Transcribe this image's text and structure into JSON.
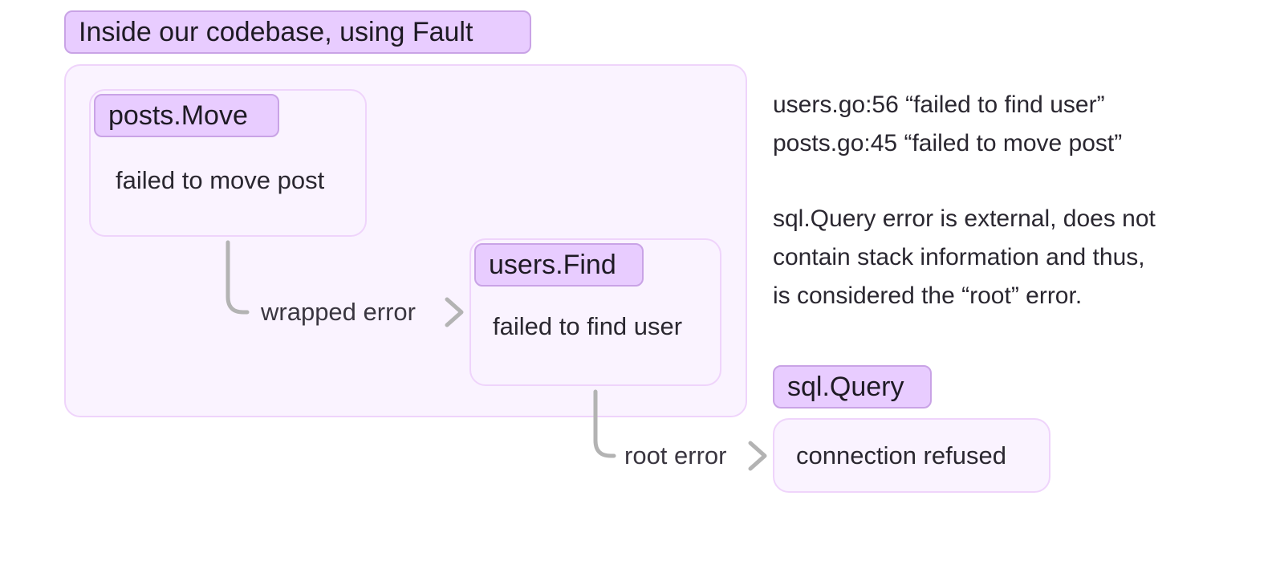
{
  "group": {
    "title": "Inside our codebase, using Fault"
  },
  "nodes": {
    "posts_move": {
      "tag": "posts.Move",
      "message": "failed to move post"
    },
    "users_find": {
      "tag": "users.Find",
      "message": "failed to find user"
    },
    "sql_query": {
      "tag": "sql.Query",
      "message": "connection refused"
    }
  },
  "edges": {
    "wrapped": "wrapped error",
    "root": "root error"
  },
  "notes": {
    "stack": [
      "users.go:56 “failed to find user”",
      "posts.go:45 “failed to move post”"
    ],
    "explanation": [
      "sql.Query error is external, does not",
      "contain stack information and thus,",
      "is considered the “root” error."
    ]
  },
  "colors": {
    "tag_fill": "#e8ccff",
    "tag_border": "#c9a3e6",
    "panel_fill": "#faf3ff",
    "panel_border": "#efd4fb",
    "connector": "#b3b3b3"
  }
}
